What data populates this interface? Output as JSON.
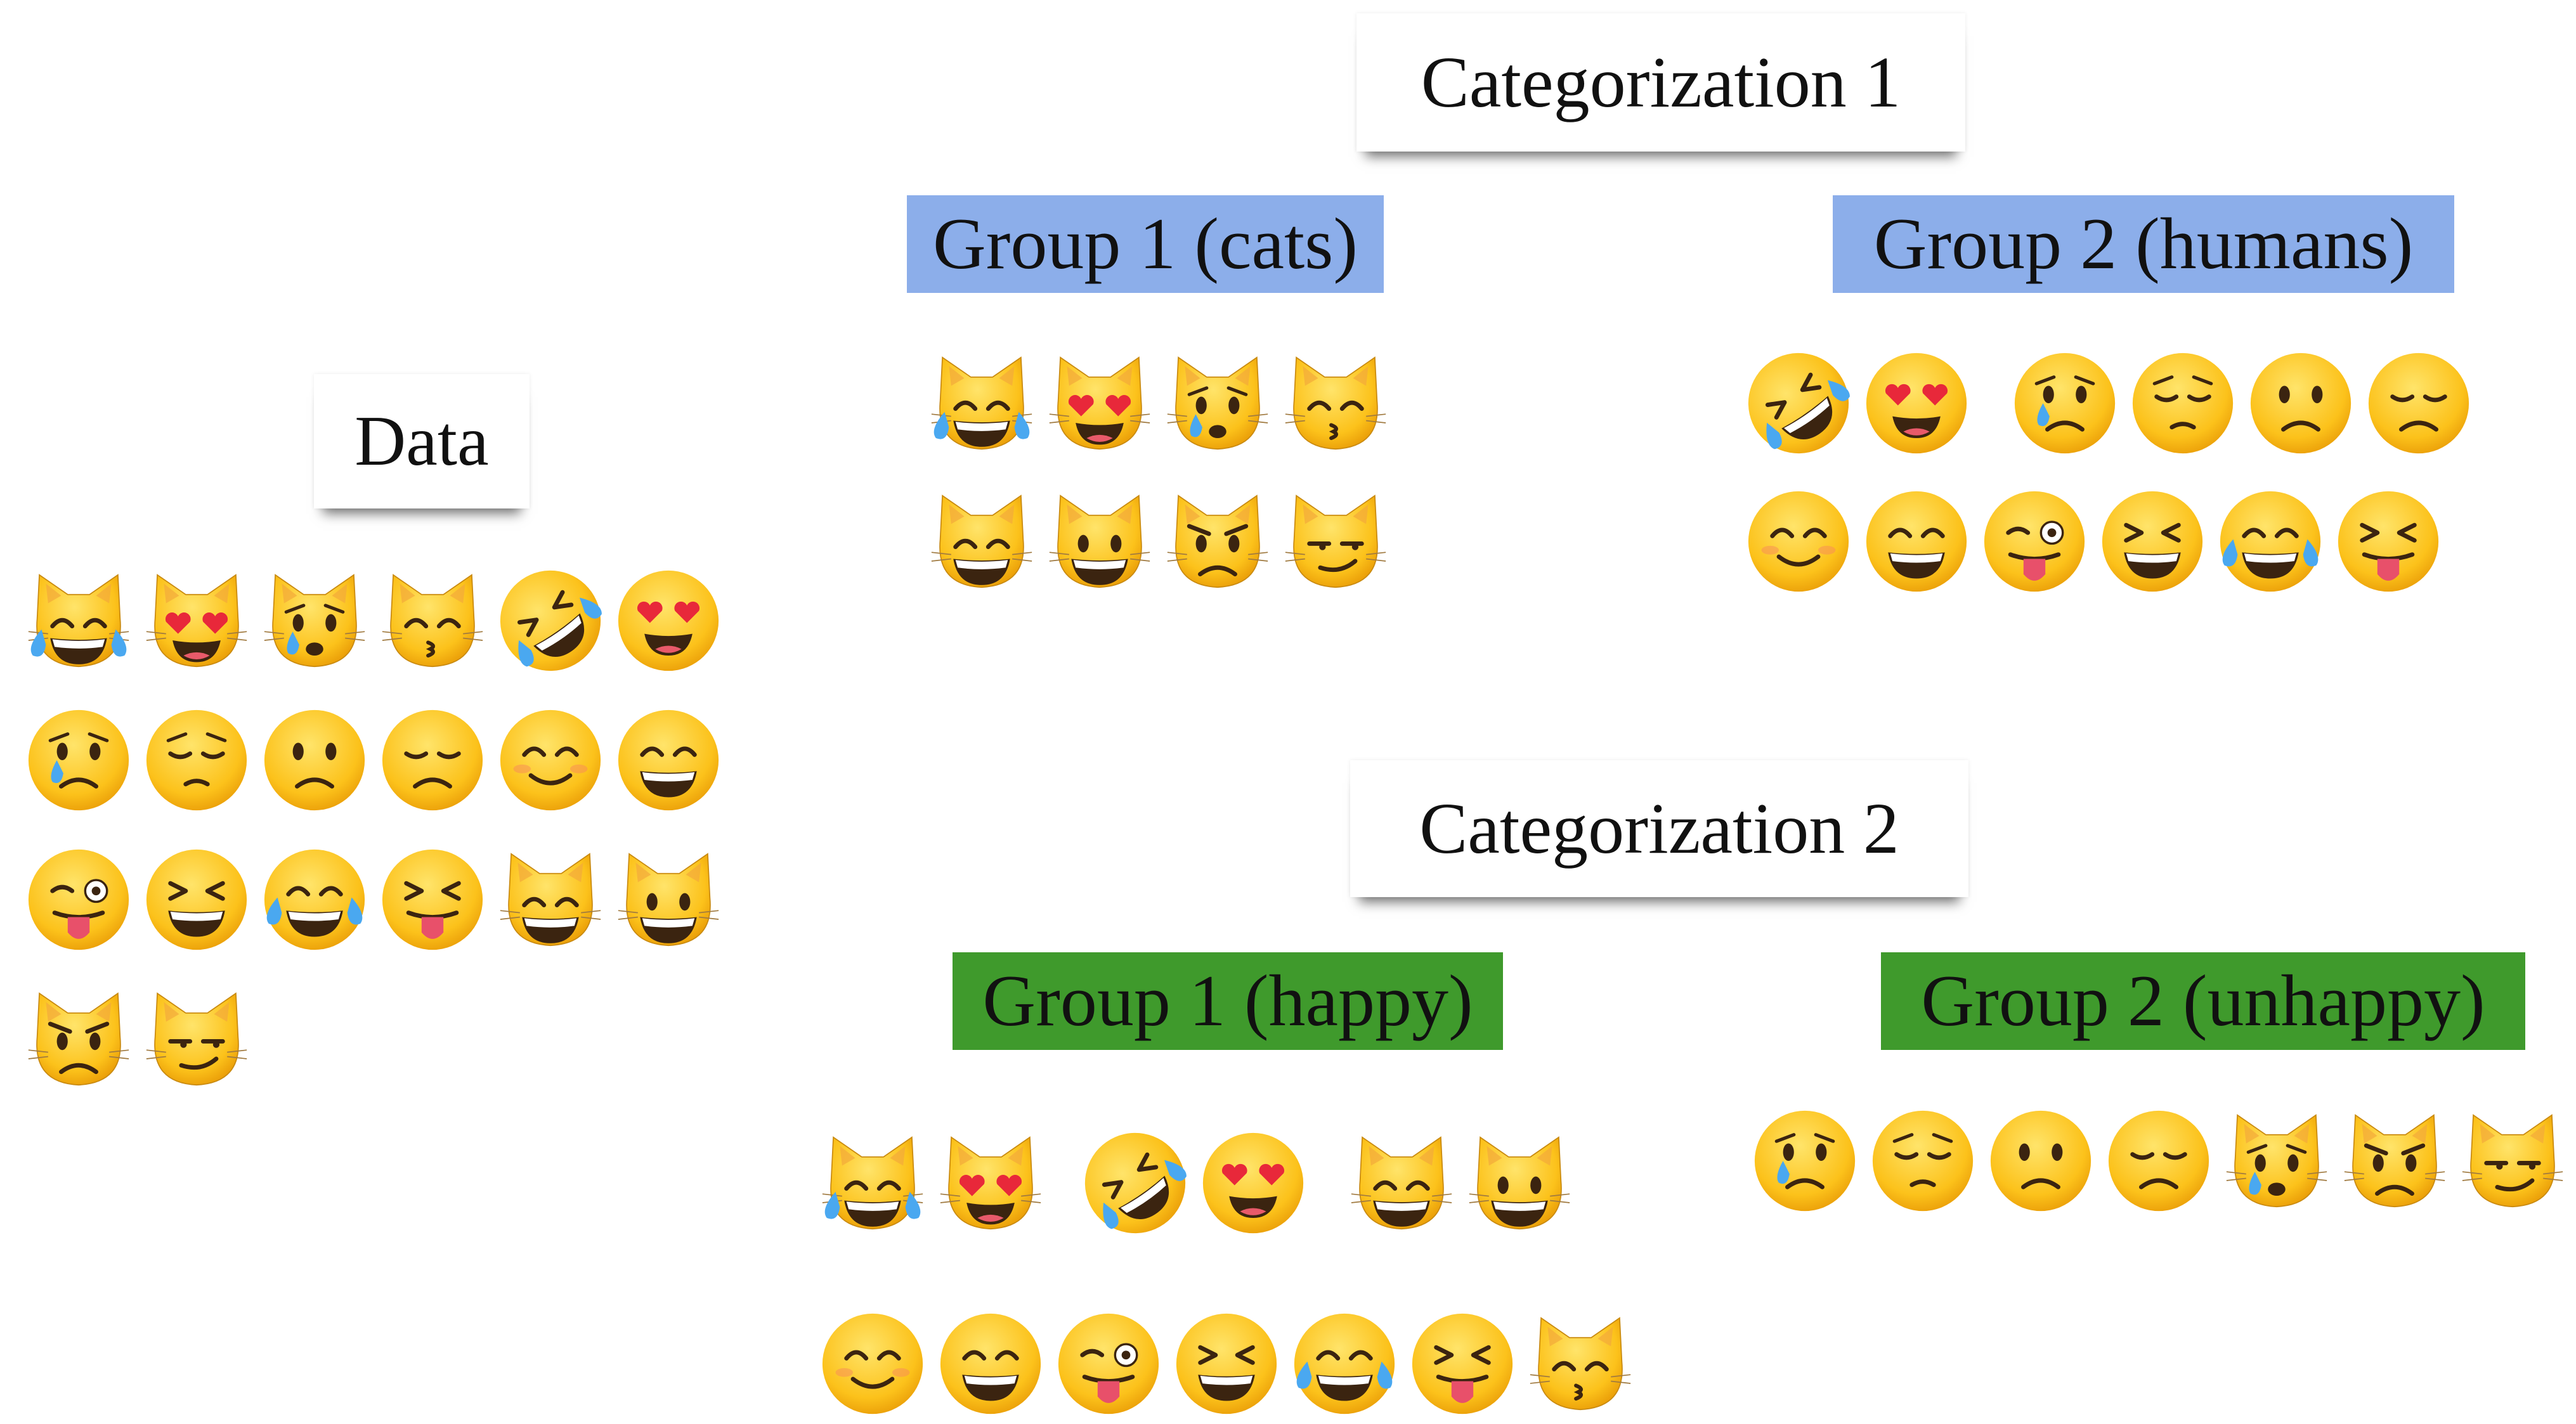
{
  "data_section": {
    "title": "Data",
    "rows": [
      [
        "cat-joy",
        "cat-heart-eyes",
        "crying-cat",
        "kissing-cat",
        "rofl",
        "heart-eyes"
      ],
      [
        "crying-face",
        "pensive-face",
        "frowning-face",
        "disappointed-face",
        "blush-face",
        "grin-face"
      ],
      [
        "wink-tongue-face",
        "laughing-face",
        "joy-face",
        "squint-tongue-face",
        "grinning-cat",
        "smiley-cat"
      ],
      [
        "pouting-cat",
        "smirk-cat"
      ]
    ]
  },
  "categorization_1": {
    "title": "Categorization 1",
    "group_1": {
      "label": "Group 1 (cats)",
      "color": "#8caeea",
      "rows": [
        [
          "cat-joy",
          "cat-heart-eyes",
          "crying-cat",
          "kissing-cat"
        ],
        [
          "grinning-cat",
          "smiley-cat",
          "pouting-cat",
          "smirk-cat"
        ]
      ]
    },
    "group_2": {
      "label": "Group 2 (humans)",
      "color": "#8caeea",
      "rows": [
        [
          "rofl",
          "heart-eyes",
          "crying-face",
          "pensive-face",
          "frowning-face",
          "disappointed-face"
        ],
        [
          "blush-face",
          "grin-face",
          "wink-tongue-face",
          "laughing-face",
          "joy-face",
          "squint-tongue-face"
        ]
      ]
    }
  },
  "categorization_2": {
    "title": "Categorization 2",
    "group_1": {
      "label": "Group 1 (happy)",
      "color": "#3f9a2c",
      "rows": [
        [
          "cat-joy",
          "cat-heart-eyes",
          "rofl",
          "heart-eyes",
          "grinning-cat",
          "smiley-cat"
        ],
        [
          "blush-face",
          "grin-face",
          "wink-tongue-face",
          "laughing-face",
          "joy-face",
          "squint-tongue-face",
          "kissing-cat"
        ]
      ]
    },
    "group_2": {
      "label": "Group 2 (unhappy)",
      "color": "#3f9a2c",
      "rows": [
        [
          "crying-face",
          "pensive-face",
          "frowning-face",
          "disappointed-face",
          "crying-cat",
          "pouting-cat",
          "smirk-cat"
        ]
      ]
    }
  }
}
